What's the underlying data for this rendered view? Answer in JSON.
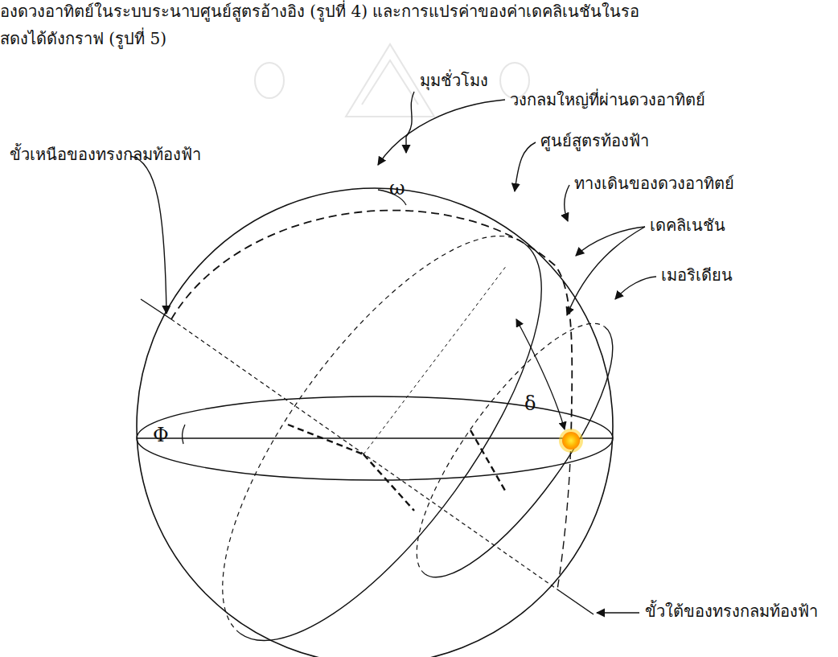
{
  "diagram": {
    "labels": [
      "องดวงอาทิตย์ในระบบระนาบศูนย์สูตรอ้างอิง (รูปที่ 4) และการแปรค่าของค่าเดคลิเนชันในรอ",
      "สดงได้ดังกราฟ (รูปที่ 5)",
      "มุมชั่วโมง",
      "ω",
      "วงกลมใหญ่ที่ผ่านดวงอาทิตย์",
      "ขั้วเหนือของทรงกลมท้องฟ้า",
      "ศูนย์สูตรท้องฟ้า",
      "ทางเดินของดวงอาทิตย์",
      "เดคลิเนชัน",
      "δ",
      "เมอริเดียน",
      "Φ",
      "ขั้วใต้ของทรงกลมท้องฟ้า"
    ]
  }
}
